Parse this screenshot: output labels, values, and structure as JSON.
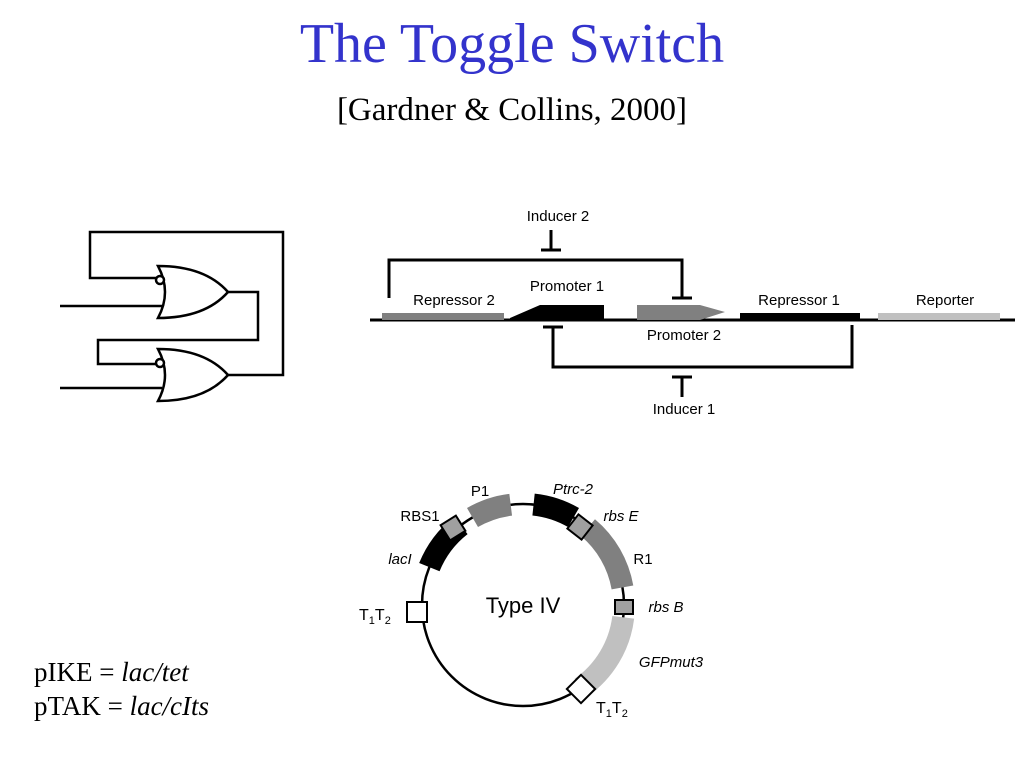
{
  "title": "The Toggle Switch",
  "subtitle": "[Gardner & Collins, 2000]",
  "circuit": {
    "inducer2": "Inducer 2",
    "inducer1": "Inducer 1",
    "promoter1": "Promoter 1",
    "promoter2": "Promoter 2",
    "repressor2": "Repressor 2",
    "repressor1": "Repressor 1",
    "reporter": "Reporter"
  },
  "plasmid": {
    "center_label": "Type IV",
    "p1": "P1",
    "ptrc2": "Ptrc-2",
    "rbs1": "RBS1",
    "rbsE": "rbs E",
    "lacI": "lacI",
    "r1": "R1",
    "t1": "T",
    "t1sub": "1",
    "t2": "T",
    "t2sub": "2",
    "rbsB": "rbs B",
    "gfp": "GFPmut3",
    "t1b": "T",
    "t1bsub": "1",
    "t2b": "T",
    "t2bsub": "2"
  },
  "notes": {
    "line1_prefix": "pIKE  = ",
    "line1_value": "lac/tet",
    "line2_prefix": "pTAK = ",
    "line2_value": "lac/cIts"
  },
  "colors": {
    "title": "#3333cc",
    "gray": "#808080",
    "lightgray": "#c0c0c0"
  }
}
